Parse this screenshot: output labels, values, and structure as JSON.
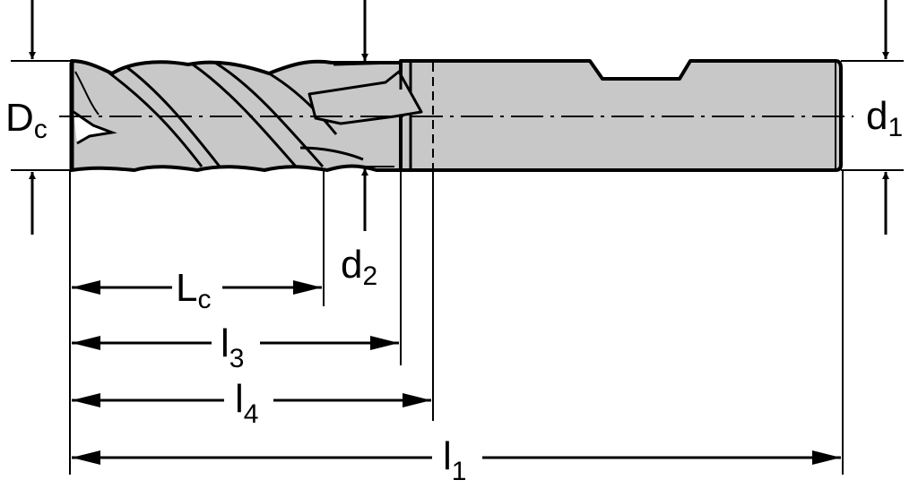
{
  "labels": {
    "dc": {
      "main": "D",
      "sub": "c"
    },
    "d1": {
      "main": "d",
      "sub": "1"
    },
    "d2": {
      "main": "d",
      "sub": "2"
    },
    "lc": {
      "main": "L",
      "sub": "c"
    },
    "l3": {
      "main": "l",
      "sub": "3"
    },
    "l4": {
      "main": "l",
      "sub": "4"
    },
    "l1": {
      "main": "l",
      "sub": "1"
    }
  },
  "colors": {
    "tool_fill": "#c8c8c8",
    "line": "#000000",
    "background": "#ffffff"
  }
}
